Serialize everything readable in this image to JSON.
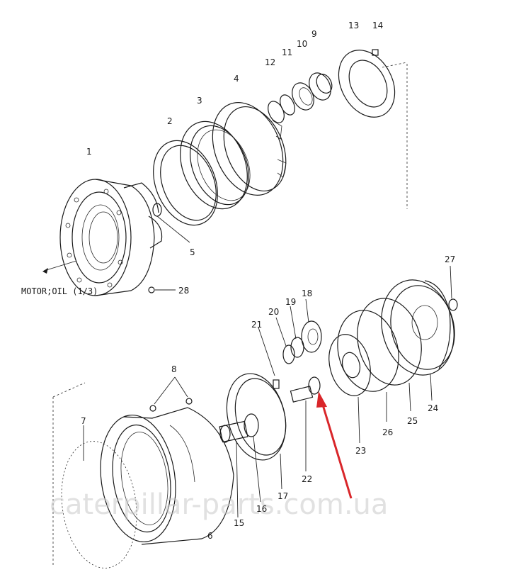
{
  "caption": "MOTOR;OIL (1/3)",
  "watermark": "caterpillar-parts.com.ua",
  "callouts": [
    "1",
    "2",
    "3",
    "4",
    "5",
    "6",
    "7",
    "8",
    "9",
    "10",
    "11",
    "12",
    "13",
    "14",
    "15",
    "16",
    "17",
    "18",
    "19",
    "20",
    "21",
    "22",
    "23",
    "24",
    "25",
    "26",
    "27",
    "28"
  ],
  "arrow_color": "#d9262a",
  "arrow_target": "22"
}
